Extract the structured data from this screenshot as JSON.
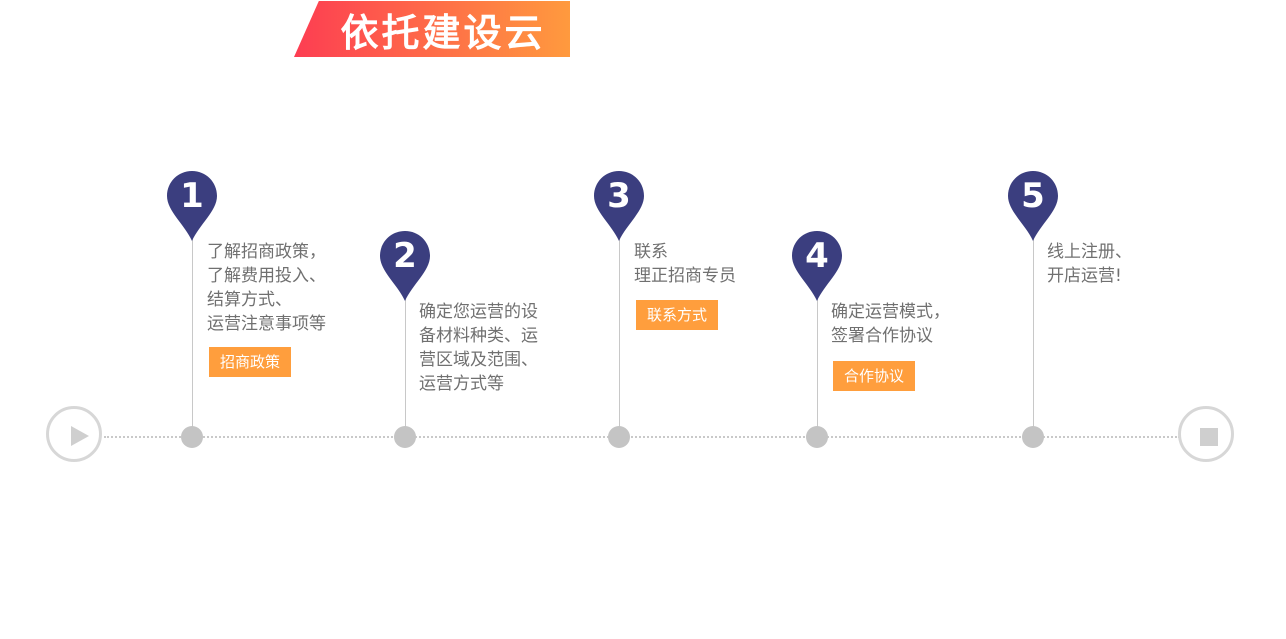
{
  "header": {
    "title": "依托建设云"
  },
  "colors": {
    "pin": "#3b3e7f",
    "button": "#ff9e3d",
    "banner_start": "#fd3d52",
    "banner_end": "#ff9a3e"
  },
  "controls": {
    "start_icon": "play-icon",
    "end_icon": "stop-icon"
  },
  "steps": [
    {
      "number": "1",
      "lines": [
        "了解招商政策，",
        "了解费用投入、",
        "结算方式、",
        "运营注意事项等"
      ],
      "button": "招商政策"
    },
    {
      "number": "2",
      "lines": [
        "确定您运营的设",
        "备材料种类、运",
        "营区域及范围、",
        "运营方式等"
      ]
    },
    {
      "number": "3",
      "lines": [
        "联系",
        "理正招商专员"
      ],
      "button": "联系方式"
    },
    {
      "number": "4",
      "lines": [
        "确定运营模式，",
        "签署合作协议"
      ],
      "button": "合作协议"
    },
    {
      "number": "5",
      "lines": [
        "线上注册、",
        "开店运营!"
      ]
    }
  ]
}
